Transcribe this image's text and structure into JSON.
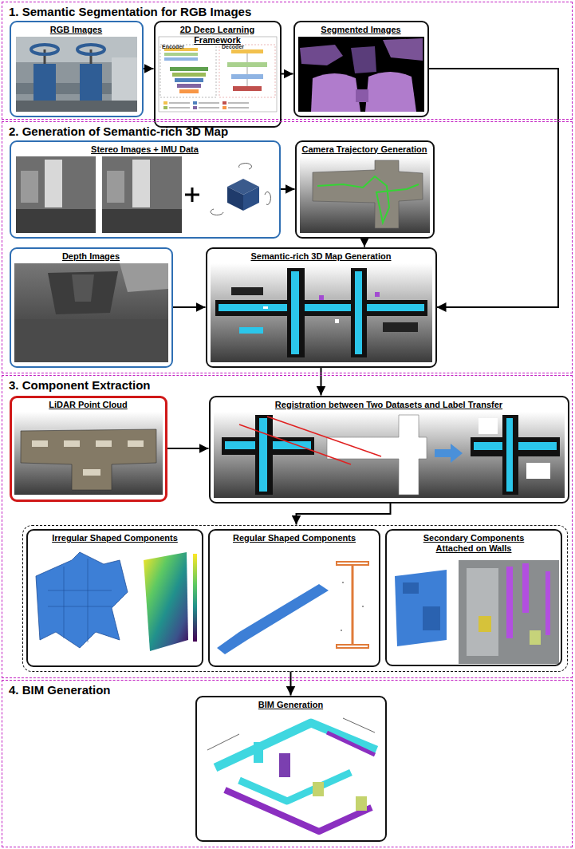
{
  "diagram": {
    "nodes": [
      {
        "text": [
          "1. Semantic Segmentation for RGB Images"
        ]
      },
      {
        "text": [
          "RGB Images"
        ],
        "in": 0
      },
      {
        "text": [
          "2D Deep Learning Framework"
        ],
        "in": 0
      },
      {
        "text": [
          "Segmented Images"
        ],
        "in": 0
      },
      {
        "text": [
          "2. Generation of Semantic-rich 3D Map"
        ]
      },
      {
        "text": [
          "Stereo Images + IMU Data"
        ],
        "in": 4
      },
      {
        "text": [
          "Camera Trajectory Generation"
        ],
        "in": 4
      },
      {
        "text": [
          "Depth Images"
        ],
        "in": 4
      },
      {
        "text": [
          "Semantic-rich 3D Map Generation"
        ],
        "in": 4
      },
      {
        "text": [
          "3. Component Extraction"
        ]
      },
      {
        "text": [
          "LiDAR Point Cloud"
        ],
        "in": 9
      },
      {
        "text": [
          "Registration between Two Datasets and Label Transfer"
        ],
        "in": 9
      },
      {
        "text": [],
        "in": 9
      },
      {
        "text": [
          "Irregular Shaped Components"
        ],
        "in": 12
      },
      {
        "text": [
          "Regular Shaped Components"
        ],
        "in": 12
      },
      {
        "text": [
          "Secondary Components Attached on Walls"
        ],
        "in": 12
      },
      {
        "text": [
          "4. BIM Generation"
        ]
      },
      {
        "text": [
          "BIM Generation"
        ],
        "in": 16
      }
    ],
    "edges": [
      {
        "from": 1,
        "to": 2,
        "arrow": "to"
      },
      {
        "from": 2,
        "to": 3,
        "arrow": "to"
      },
      {
        "from": 3,
        "to": 8,
        "arrow": "to"
      },
      {
        "from": 5,
        "to": 6,
        "arrow": "to"
      },
      {
        "from": 6,
        "to": 8,
        "arrow": "to"
      },
      {
        "from": 7,
        "to": 8,
        "arrow": "to"
      },
      {
        "from": 8,
        "to": 11,
        "arrow": "to"
      },
      {
        "from": 10,
        "to": 11,
        "arrow": "to"
      },
      {
        "from": 11,
        "to": 12,
        "arrow": "to"
      },
      {
        "from": 12,
        "to": 17,
        "arrow": "to"
      }
    ],
    "labels": [
      "Encoder",
      "Decoder"
    ]
  }
}
